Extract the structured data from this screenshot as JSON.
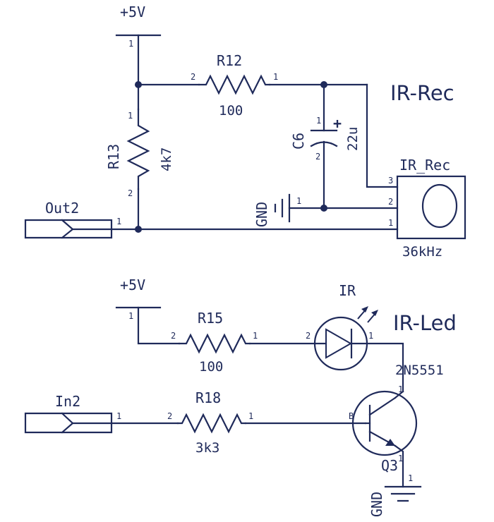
{
  "circuit": {
    "rec_section_title": "IR-Rec",
    "led_section_title": "IR-Led",
    "supply_label": "+5V",
    "supply_label_2": "+5V",
    "gnd_label": "GND",
    "gnd_label_2": "GND",
    "r12": {
      "ref": "R12",
      "value": "100",
      "pin_left": "2",
      "pin_right": "1"
    },
    "r13": {
      "ref": "R13",
      "value": "4k7",
      "pin_top": "1",
      "pin_bottom": "2"
    },
    "c6": {
      "ref": "C6",
      "value": "22u",
      "pin_top": "1",
      "pin_bottom": "2",
      "polarity": "+"
    },
    "out2": {
      "name": "Out2",
      "pin": "1"
    },
    "ir_rec": {
      "name": "IR_Rec",
      "freq": "36kHz",
      "pin_3": "3",
      "pin_2": "2",
      "pin_1": "1"
    },
    "gnd_pin": "1",
    "supply_pin": "1",
    "supply_pin_2": "1",
    "r15": {
      "ref": "R15",
      "value": "100",
      "pin_left": "2",
      "pin_right": "1"
    },
    "ir_led": {
      "ref": "IR",
      "pin_left": "2",
      "pin_right": "1"
    },
    "in2": {
      "name": "In2",
      "pin": "1"
    },
    "r18": {
      "ref": "R18",
      "value": "3k3",
      "pin_left": "2",
      "pin_right": "1"
    },
    "q3": {
      "ref": "Q3",
      "part": "2N5551",
      "pin_b": "B",
      "pin_c": "1",
      "pin_e": "1"
    },
    "gnd2_pin": "1"
  }
}
